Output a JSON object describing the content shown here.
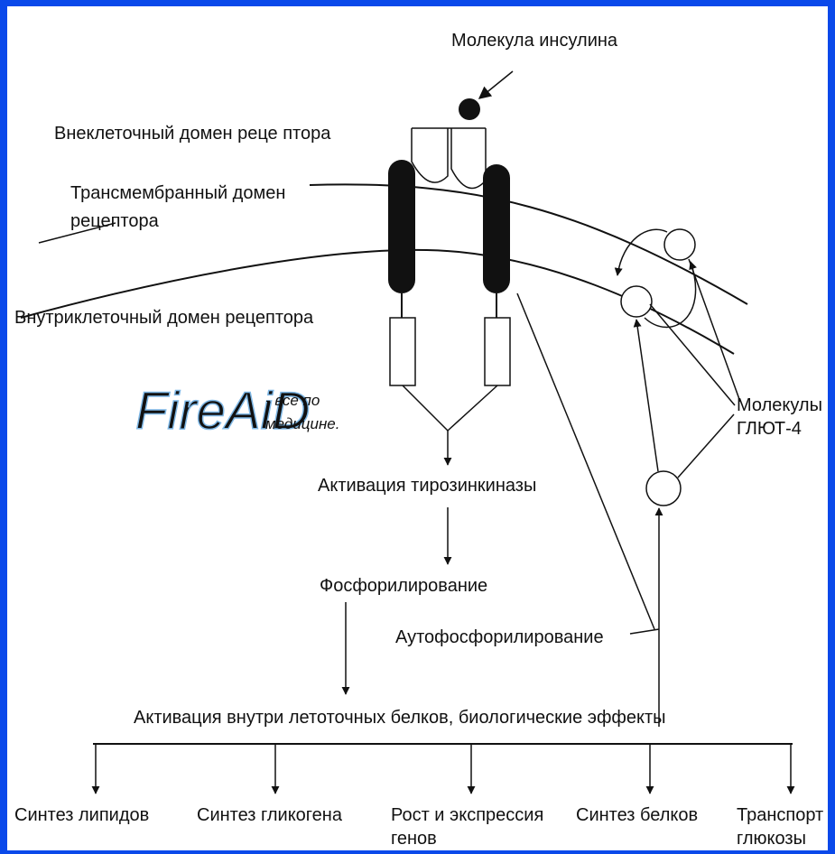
{
  "labels": {
    "insulin_molecule": "Молекула инсулина",
    "extracellular_domain": "Внеклеточный домен реце птора",
    "transmembrane_domain_line1": "Трансмембранный домен",
    "transmembrane_domain_line2": "рецептора",
    "intracellular_domain": "Внутриклеточный домен рецептора",
    "glut4_line1": "Молекулы",
    "glut4_line2": "ГЛЮТ-4",
    "tyrosine_kinase": "Активация тирозинкиназы",
    "phosphorylation": "Фосфорилирование",
    "autophosphorylation": "Аутофосфорилирование",
    "protein_activation": "Активация внутри летоточных белков, биологические эффекты"
  },
  "outcomes": [
    {
      "line1": "Синтез липидов",
      "line2": ""
    },
    {
      "line1": "Синтез гликогена",
      "line2": ""
    },
    {
      "line1": "Рост и экспрессия",
      "line2": "генов"
    },
    {
      "line1": "Синтез белков",
      "line2": ""
    },
    {
      "line1": "Транспорт",
      "line2": "глюкозы"
    }
  ],
  "watermark": {
    "logo": "FireAiD",
    "tagline_line1": "- все по",
    "tagline_line2": "медицине."
  },
  "colors": {
    "frame": "#0a49ea",
    "ink": "#111111",
    "watermark": "#7fb8e6"
  }
}
